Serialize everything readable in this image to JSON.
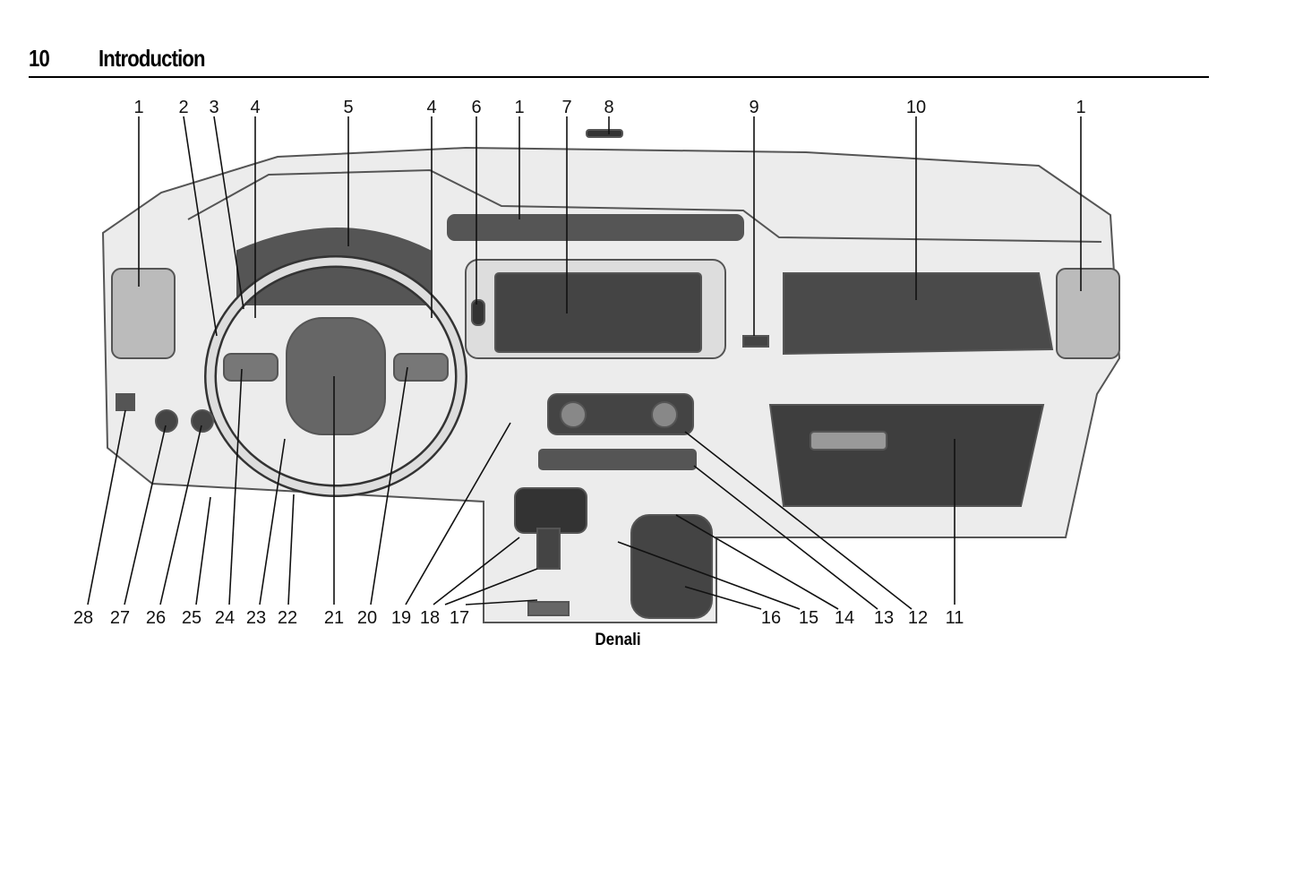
{
  "header": {
    "page_number": "10",
    "section_title": "Introduction"
  },
  "figure": {
    "caption": "Denali",
    "top_callouts": [
      "1",
      "2",
      "3",
      "4",
      "5",
      "4",
      "6",
      "1",
      "7",
      "8",
      "9",
      "10",
      "1"
    ],
    "bottom_callouts": [
      "28",
      "27",
      "26",
      "25",
      "24",
      "23",
      "22",
      "21",
      "20",
      "19",
      "18",
      "17",
      "16",
      "15",
      "14",
      "13",
      "12",
      "11"
    ]
  }
}
